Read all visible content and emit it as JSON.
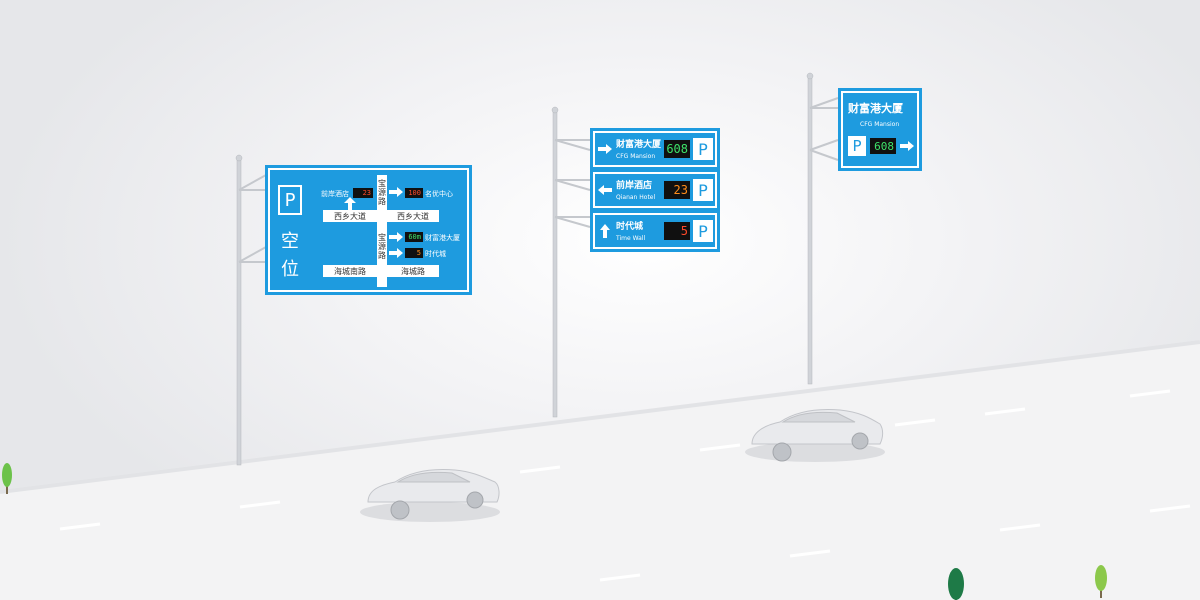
{
  "sign_main": {
    "parking_symbol": "P",
    "vacancy_chars": [
      "空",
      "位"
    ],
    "top_road_label": "宝源路",
    "mid_road_label": "宝源路",
    "left_dest": {
      "name": "前岸酒店",
      "count": "23"
    },
    "right_dest_1": {
      "name": "名优中心",
      "count": "100"
    },
    "right_dest_2": {
      "name": "财富港大厦",
      "count": "60m"
    },
    "right_dest_3": {
      "name": "时代城",
      "count": "5"
    },
    "road_1_left": "西乡大道",
    "road_1_right": "西乡大道",
    "road_2_left": "海城南路",
    "road_2_right": "海城路"
  },
  "sign_panels": [
    {
      "name": "财富港大厦",
      "sub": "CFG Mansion",
      "count": "608",
      "arrow": "arrow-right-icon",
      "color": "#3ee36a",
      "p": "P"
    },
    {
      "name": "前岸酒店",
      "sub": "Qianan Hotel",
      "count": "23",
      "arrow": "arrow-left-icon",
      "color": "#ff8c1a",
      "p": "P"
    },
    {
      "name": "时代城",
      "sub": "Time Wall",
      "count": "5",
      "arrow": "arrow-up-icon",
      "color": "#ff4a2a",
      "p": "P"
    }
  ],
  "sign_right": {
    "name": "财富港大厦",
    "sub": "CFG Mansion",
    "count": "608",
    "p": "P"
  },
  "colors": {
    "sign_blue": "#1e9bdf",
    "road": "#f2f2f3",
    "pole": "#c9ccd1",
    "tree": "#6cc24a"
  }
}
